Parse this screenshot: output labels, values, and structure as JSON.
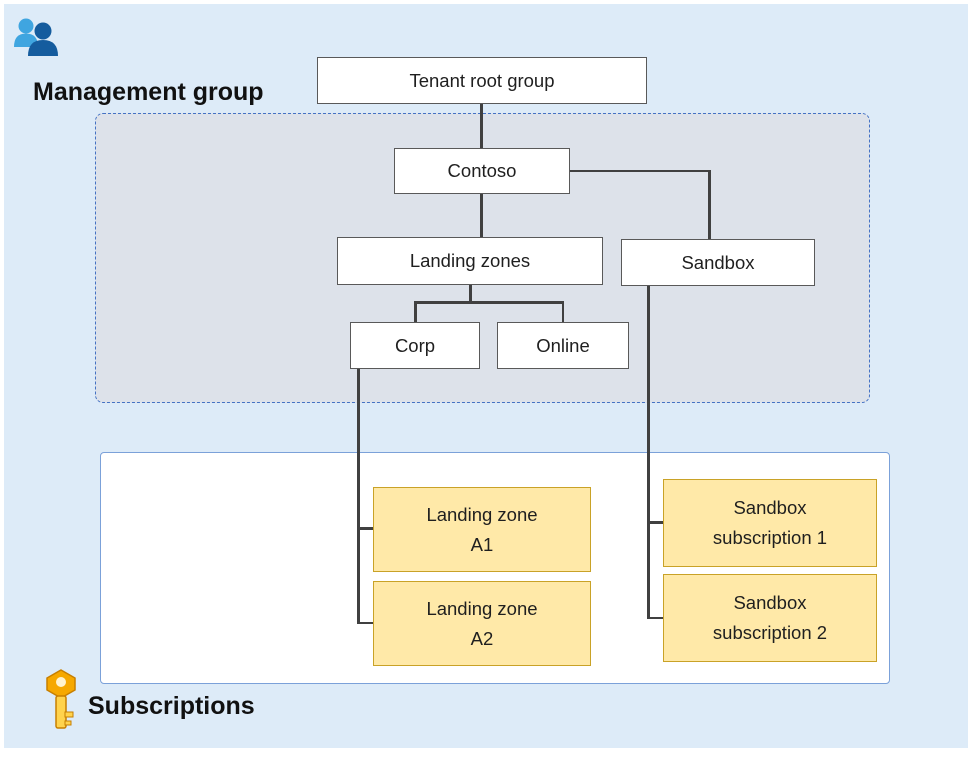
{
  "diagram": {
    "title": "Management group",
    "subscriptions_title": "Subscriptions",
    "nodes": {
      "tenant_root": "Tenant root group",
      "contoso": "Contoso",
      "landing_zones": "Landing zones",
      "sandbox": "Sandbox",
      "corp": "Corp",
      "online": "Online"
    },
    "subscriptions": {
      "landing_zone_a1": "Landing zone\nA1",
      "landing_zone_a2": "Landing zone\nA2",
      "sandbox_subscription_1": "Sandbox\nsubscription 1",
      "sandbox_subscription_2": "Sandbox\nsubscription 2"
    },
    "icons": {
      "management_group": "people-icon",
      "subscriptions": "key-icon"
    },
    "colors": {
      "page_background": "#ddebf8",
      "management_container_fill": "#dde2ea",
      "management_container_border": "#4472c4",
      "subscriptions_container_fill": "#ffffff",
      "subscriptions_container_border": "#7ba1d9",
      "node_fill": "#ffffff",
      "node_border": "#595959",
      "subscription_fill": "#ffe9a8",
      "subscription_border": "#c9a227",
      "connector": "#404040"
    }
  }
}
